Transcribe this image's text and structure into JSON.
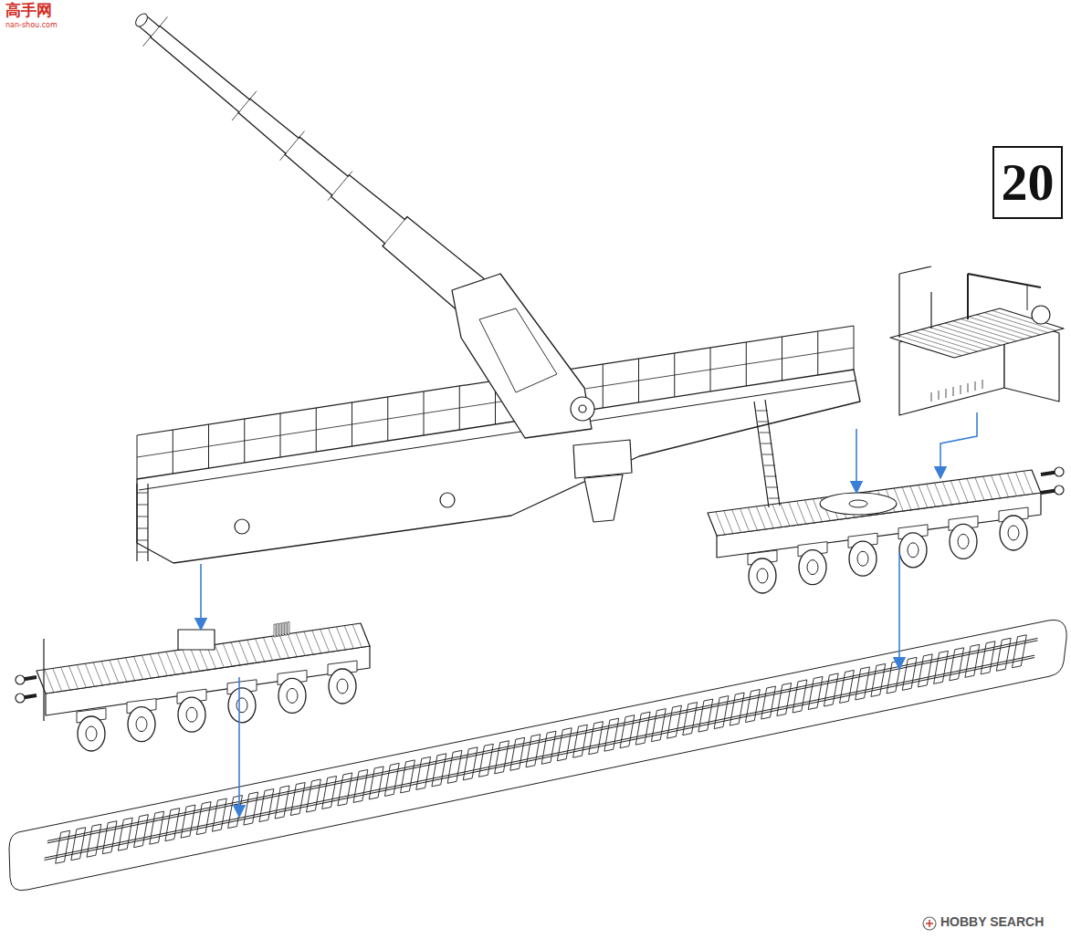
{
  "diagram": {
    "nodes": [
      {
        "text": [
          "20"
        ]
      }
    ],
    "labels": [
      "高手网",
      "nan-shou.com",
      "HOBBY SEARCH"
    ]
  }
}
